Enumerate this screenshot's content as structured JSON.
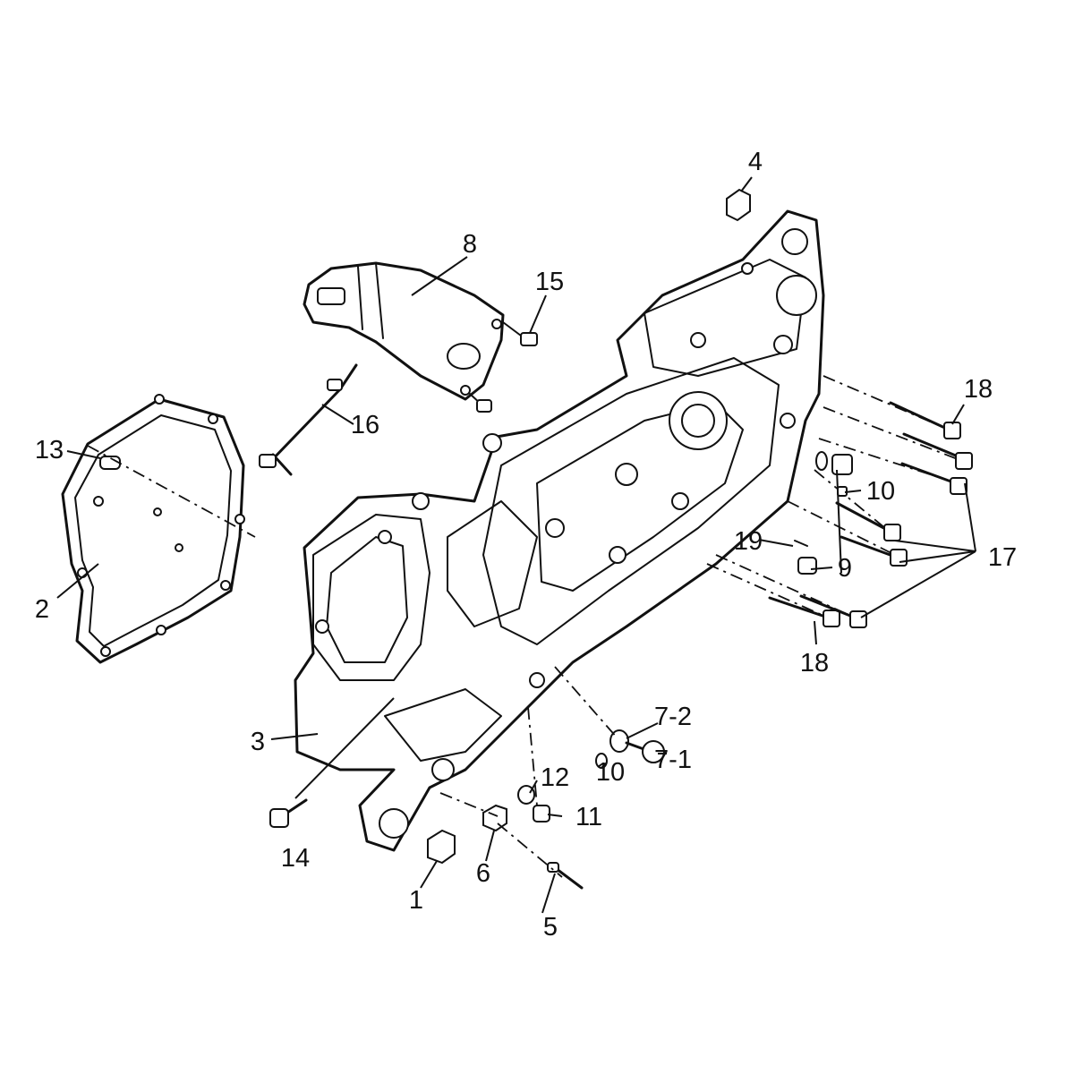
{
  "diagram": {
    "callouts": [
      {
        "id": "c1",
        "label": "1"
      },
      {
        "id": "c2",
        "label": "2"
      },
      {
        "id": "c3",
        "label": "3"
      },
      {
        "id": "c4",
        "label": "4"
      },
      {
        "id": "c5",
        "label": "5"
      },
      {
        "id": "c6",
        "label": "6"
      },
      {
        "id": "c7_1",
        "label": "7-1"
      },
      {
        "id": "c7_2",
        "label": "7-2"
      },
      {
        "id": "c8",
        "label": "8"
      },
      {
        "id": "c9",
        "label": "9"
      },
      {
        "id": "c10a",
        "label": "10"
      },
      {
        "id": "c10b",
        "label": "10"
      },
      {
        "id": "c11",
        "label": "11"
      },
      {
        "id": "c12",
        "label": "12"
      },
      {
        "id": "c13",
        "label": "13"
      },
      {
        "id": "c14",
        "label": "14"
      },
      {
        "id": "c15",
        "label": "15"
      },
      {
        "id": "c16",
        "label": "16"
      },
      {
        "id": "c17",
        "label": "17"
      },
      {
        "id": "c18a",
        "label": "18"
      },
      {
        "id": "c18b",
        "label": "18"
      },
      {
        "id": "c19",
        "label": "19"
      }
    ]
  }
}
